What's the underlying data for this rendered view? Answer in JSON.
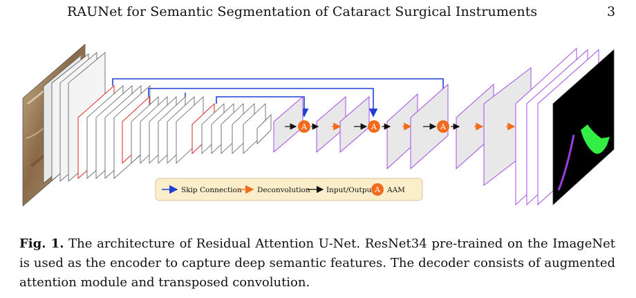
{
  "header": {
    "running_title": "RAUNet for Semantic Segmentation of Cataract Surgical Instruments",
    "page_number": "3"
  },
  "figure": {
    "legend": {
      "skip_connection": "Skip Connection",
      "deconvolution": "Deconvolution",
      "input_output": "Input/Output",
      "aam_symbol": "A",
      "aam": "AAM"
    },
    "colors": {
      "skip_connection": "#1f3fd6",
      "deconvolution": "#f26b1d",
      "input_output": "#111111",
      "aam": "#f26b1d",
      "residual_block_border": "#e02020",
      "decoder_border": "#a64ce6",
      "legend_background": "#fbeecb"
    }
  },
  "caption": {
    "label": "Fig. 1.",
    "text": "The architecture of Residual Attention U-Net. ResNet34 pre-trained on the ImageNet is used as the encoder to capture deep semantic features. The decoder consists of augmented attention module and transposed convolution."
  }
}
